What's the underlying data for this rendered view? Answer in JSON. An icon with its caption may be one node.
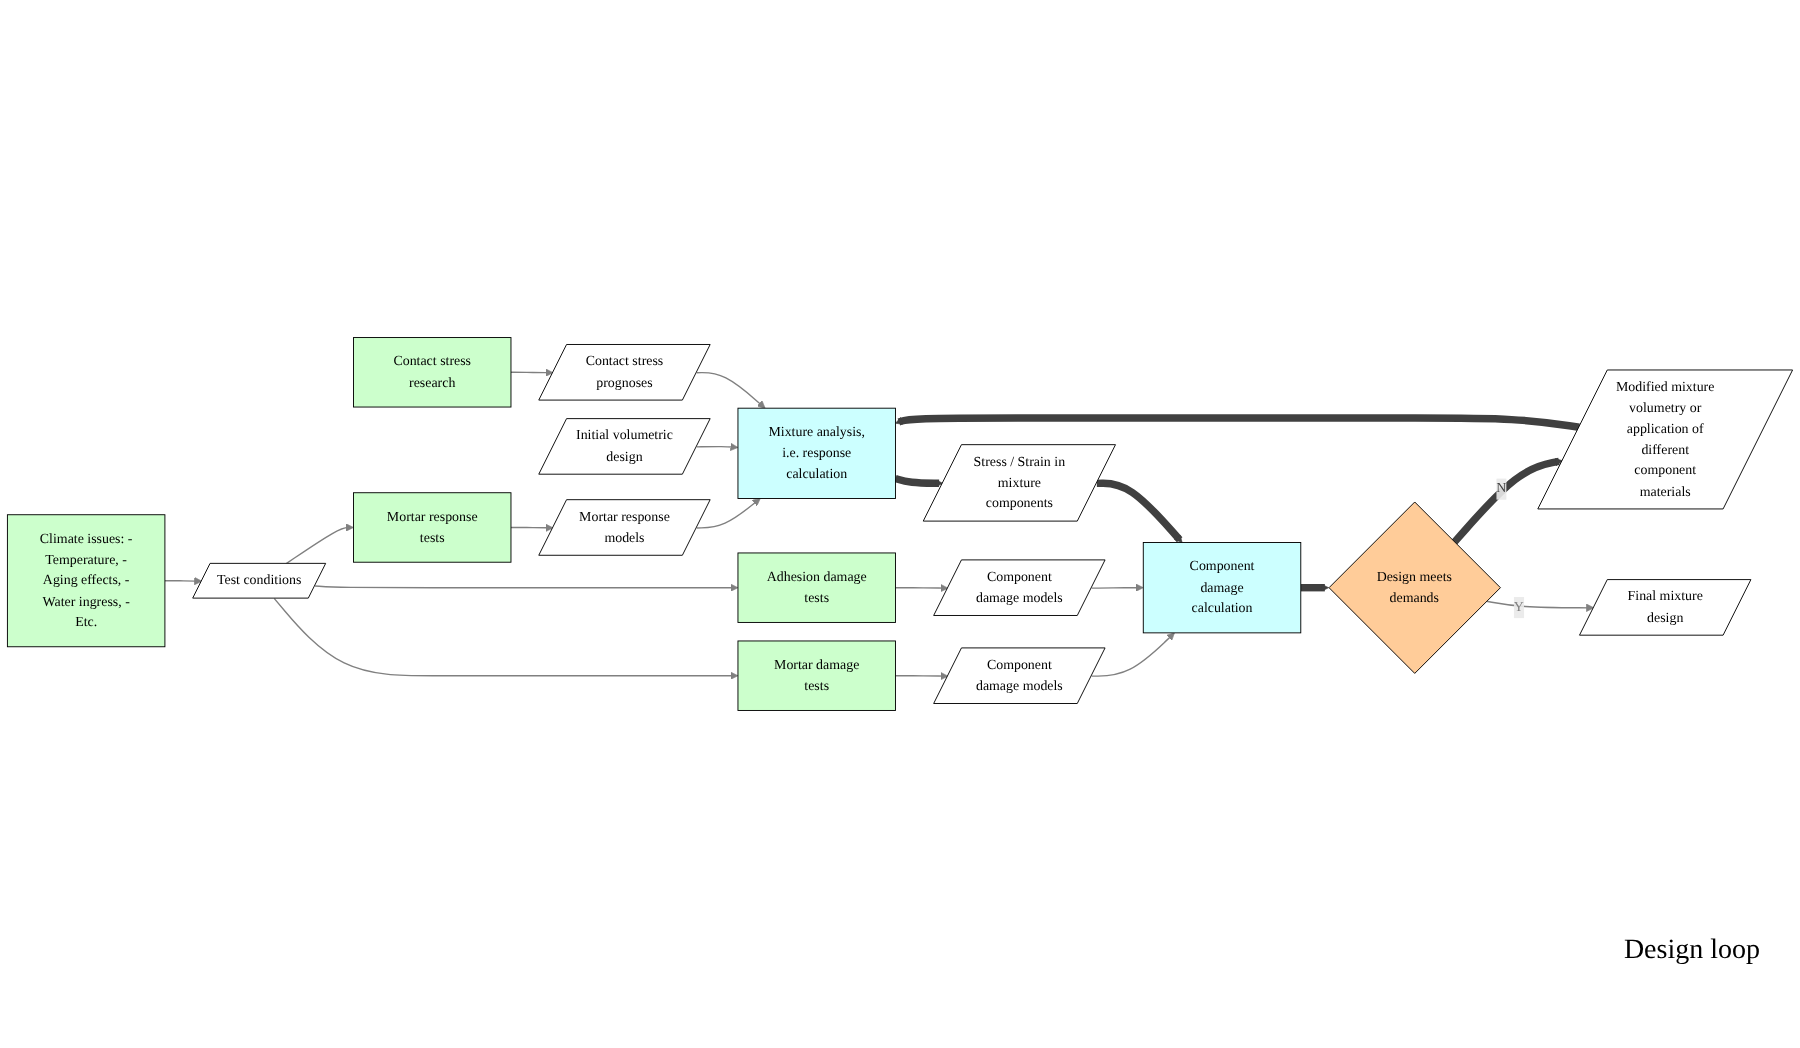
{
  "diagram": {
    "nodes": [
      {
        "text": [
          "Mortar response tests"
        ]
      },
      {
        "text": [
          "Mortar response models"
        ]
      },
      {
        "text": [
          "Initial volumetric design"
        ]
      },
      {
        "text": [
          "Contact stress prognoses"
        ]
      },
      {
        "text": [
          "Contact stress research"
        ]
      },
      {
        "text": [
          "Climate issues: -Temperature, -Aging effects, -Water ingress, -Etc."
        ]
      },
      {
        "text": [
          "Test conditions"
        ]
      },
      {
        "text": [
          "Mixture analysis, i.e. response calculation"
        ]
      },
      {
        "text": [
          "Modified mixture volumetry or application of different component materials"
        ]
      },
      {
        "text": [
          "Mortar damage tests"
        ]
      },
      {
        "text": [
          "Component damage models"
        ]
      },
      {
        "text": [
          "Stress / Strain in mixture components"
        ]
      },
      {
        "text": [
          "Adhesion damage tests"
        ]
      },
      {
        "text": [
          "Component damage models"
        ]
      },
      {
        "text": [
          "Component damage calculation"
        ]
      },
      {
        "text": [
          "Design meets demands"
        ]
      },
      {
        "text": [
          "Final mixture design"
        ]
      }
    ],
    "edges": [
      {
        "from": 0,
        "to": 1,
        "arrow": "to"
      },
      {
        "from": 1,
        "to": 7,
        "arrow": "to"
      },
      {
        "from": 2,
        "to": 7,
        "arrow": "to"
      },
      {
        "from": 3,
        "to": 7,
        "arrow": "to"
      },
      {
        "from": 4,
        "to": 3,
        "arrow": "to"
      },
      {
        "from": 5,
        "to": 6,
        "arrow": "to"
      },
      {
        "from": 6,
        "to": 0,
        "arrow": "to"
      },
      {
        "from": 6,
        "to": 9,
        "arrow": "to"
      },
      {
        "from": 6,
        "to": 12,
        "arrow": "to"
      },
      {
        "from": 9,
        "to": 10,
        "arrow": "to"
      },
      {
        "from": 10,
        "to": 14,
        "arrow": "to"
      },
      {
        "from": 12,
        "to": 13,
        "arrow": "to"
      },
      {
        "from": 13,
        "to": 14,
        "arrow": "to"
      },
      {
        "from": 7,
        "to": 11,
        "arrow": "to",
        "style": "thick",
        "color": "#404040"
      },
      {
        "from": 11,
        "to": 14,
        "arrow": "to",
        "style": "thick",
        "color": "#404040"
      },
      {
        "from": 14,
        "to": 15,
        "arrow": "to",
        "style": "thick",
        "color": "#404040"
      },
      {
        "from": 15,
        "to": 8,
        "label": "N",
        "arrow": "to",
        "style": "thick",
        "color": "#404040"
      },
      {
        "from": 8,
        "to": 7,
        "arrow": "to",
        "style": "thick",
        "color": "#404040"
      },
      {
        "from": 15,
        "to": 16,
        "label": "Y",
        "arrow": "to"
      }
    ],
    "labels": [
      "Design loop"
    ]
  }
}
